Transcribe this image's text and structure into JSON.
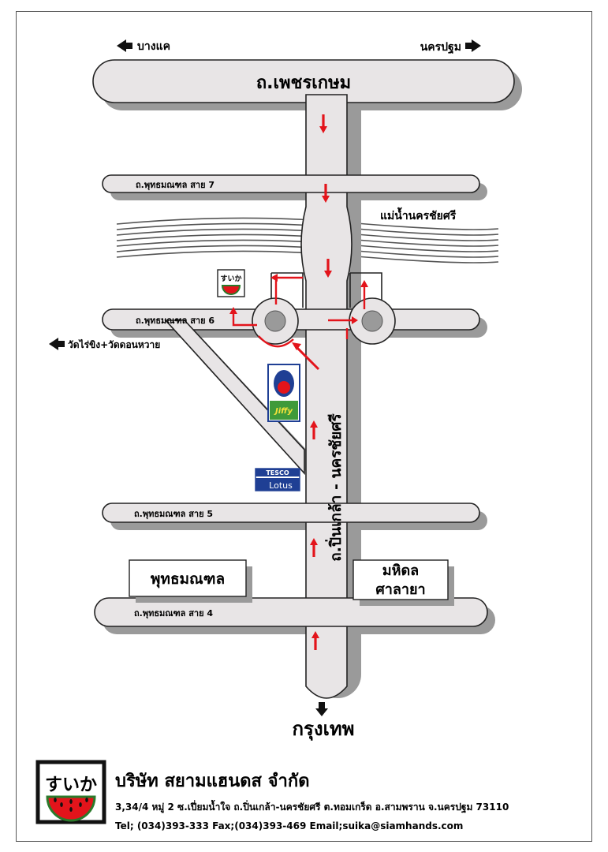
{
  "map": {
    "directions": {
      "top_left": "บางแค",
      "top_right": "นครปฐม",
      "left_mid": "วัดไร่ขิง+วัดดอนหวาย",
      "bottom": "กรุงเทพ"
    },
    "roads": {
      "highway": "ถ.เพชรเกษม",
      "soi7": "ถ.พุทธมณฑล สาย 7",
      "soi6": "ถ.พุทธมณฑล สาย 6",
      "soi5": "ถ.พุทธมณฑล สาย 5",
      "soi4": "ถ.พุทธมณฑล สาย 4",
      "main_vertical": "ถ.ปิ่นเกล้า - นครชัยศรี"
    },
    "river": "แม่น้ำนครชัยศรี",
    "landmarks": {
      "left_box": "พุทธมณฑล",
      "right_box_line1": "มหิดล",
      "right_box_line2": "ศาลายา",
      "jiffy": "Jiffy",
      "tesco_top": "TESCO",
      "tesco_bottom": "Lotus",
      "suika_sign": "すいか"
    },
    "colors": {
      "road_fill": "#e8e5e6",
      "road_shadow": "#9a9a9a",
      "route_red": "#e3141b"
    }
  },
  "company": {
    "logo_text": "すいか",
    "name": "บริษัท สยามแฮนดส จำกัด",
    "address": "3,34/4 หมู่ 2 ซ.เปี่ยมน้ำใจ ถ.ปิ่นเกล้า-นครชัยศรี ต.ทอมเกร็ด อ.สามพราน จ.นครปฐม 73110",
    "contact": "Tel; (034)393-333 Fax;(034)393-469 Email;suika@siamhands.com"
  }
}
